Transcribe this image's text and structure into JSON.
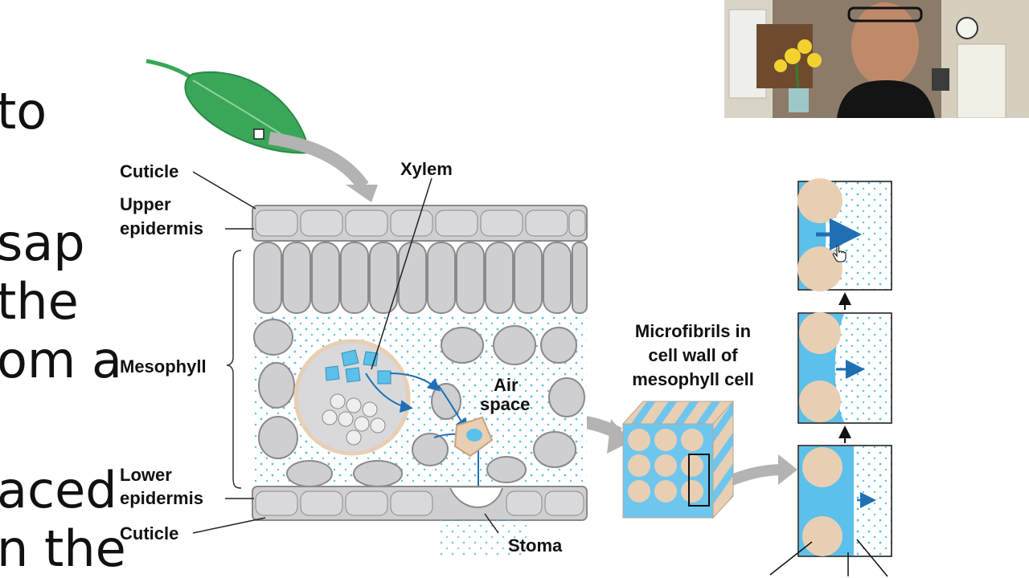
{
  "slide_text_fragments": [
    "to",
    "sap",
    "the",
    "om a",
    "aced",
    "n the"
  ],
  "labels": {
    "cuticle_top": "Cuticle",
    "upper_epidermis_1": "Upper",
    "upper_epidermis_2": "epidermis",
    "mesophyll": "Mesophyll",
    "lower_epidermis_1": "Lower",
    "lower_epidermis_2": "epidermis",
    "cuticle_bottom": "Cuticle",
    "xylem": "Xylem",
    "air_space_1": "Air",
    "air_space_2": "space",
    "stoma": "Stoma",
    "microfibrils_1": "Microfibrils in",
    "microfibrils_2": "cell wall of",
    "microfibrils_3": "mesophyll cell"
  },
  "colors": {
    "cell_gray": "#cfcfd1",
    "cell_outline": "#8a8a8c",
    "water_blue": "#5bc0ea",
    "arrow_blue": "#1f6fb5",
    "leaf_green": "#3aa659",
    "tan": "#e8cfb4",
    "pointer_gray": "#b3b3b3"
  },
  "icons": {
    "cursor": "hand-pointer-icon"
  }
}
